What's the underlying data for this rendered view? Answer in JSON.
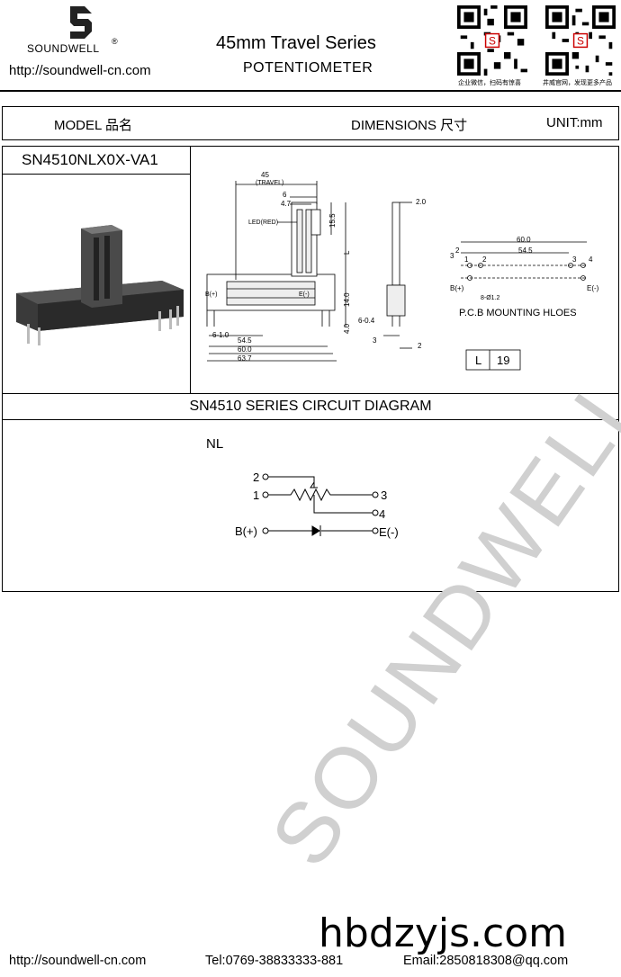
{
  "header": {
    "logo_text": "SOUNDWELL",
    "logo_reg": "®",
    "website": "http://soundwell-cn.com",
    "title": "45mm Travel Series",
    "subtitle": "POTENTIOMETER",
    "qr_captions": [
      "企业微信，扫码有惊喜",
      "井威官网，发现更多产品"
    ]
  },
  "table_header": {
    "model_label": "MODEL 品名",
    "dimensions_label": "DIMENSIONS 尺寸",
    "unit_label": "UNIT:mm"
  },
  "product": {
    "model_number": "SN4510NLX0X-VA1"
  },
  "dimensions": {
    "travel": "45",
    "travel_label": "(TRAVEL)",
    "d6": "6",
    "d47": "4.7",
    "led_label": "LED(RED)",
    "d155": "15.5",
    "l_label": "L",
    "d20": "2.0",
    "d140": "14.0",
    "d40": "4.0",
    "d604": "6-0.4",
    "d610": "6-1.0",
    "d545": "54.5",
    "d600": "60.0",
    "d637": "63.7",
    "d3": "3",
    "d2": "2",
    "b_plus": "B(+)",
    "e_minus": "E(-)",
    "pcb_600": "60.0",
    "pcb_545": "54.5",
    "pcb_hole": "8-Ø1.2",
    "pcb_label": "P.C.B MOUNTING HLOES",
    "pin1": "1",
    "pin2": "2",
    "pin3": "3",
    "pin4": "4",
    "l_table_key": "L",
    "l_table_value": "19"
  },
  "circuit": {
    "title": "SN4510 SERIES CIRCUIT DIAGRAM",
    "variant": "NL",
    "pin2": "2",
    "pin1": "1",
    "pin3": "3",
    "pin4": "4",
    "b_plus": "B(+)",
    "e_minus": "E(-)"
  },
  "watermark": "SOUNDWELL",
  "footer": {
    "brand": "hbdzyjs.com",
    "website": "http://soundwell-cn.com",
    "tel": "Tel:0769-38833333-881",
    "email": "Email:2850818308@qq.com"
  }
}
